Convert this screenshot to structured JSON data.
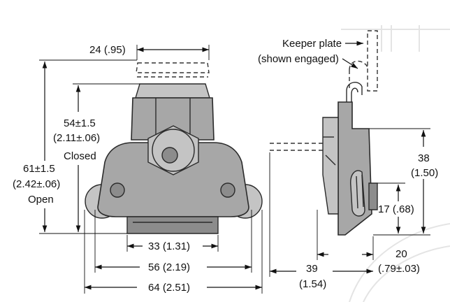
{
  "labels": {
    "width_top": "24 (.95)",
    "closed_value": "54±1.5",
    "closed_inch": "(2.11±.06)",
    "closed_word": "Closed",
    "open_value": "61±1.5",
    "open_inch": "(2.42±.06)",
    "open_word": "Open",
    "width_33": "33 (1.31)",
    "width_56": "56 (2.19)",
    "width_64": "64 (2.51)",
    "keeper_line1": "Keeper plate",
    "keeper_line2": "(shown engaged)",
    "height_38": "38",
    "height_38_inch": "(1.50)",
    "height_17": "17 (.68)",
    "depth_20": "20",
    "depth_20_inch": "(.79±.03)",
    "depth_39": "39",
    "depth_39_inch": "(1.54)"
  },
  "colors": {
    "body": "#a7a7a7",
    "shadow": "#8c8c8c",
    "highlight": "#c4c4c4",
    "line": "#111111"
  }
}
